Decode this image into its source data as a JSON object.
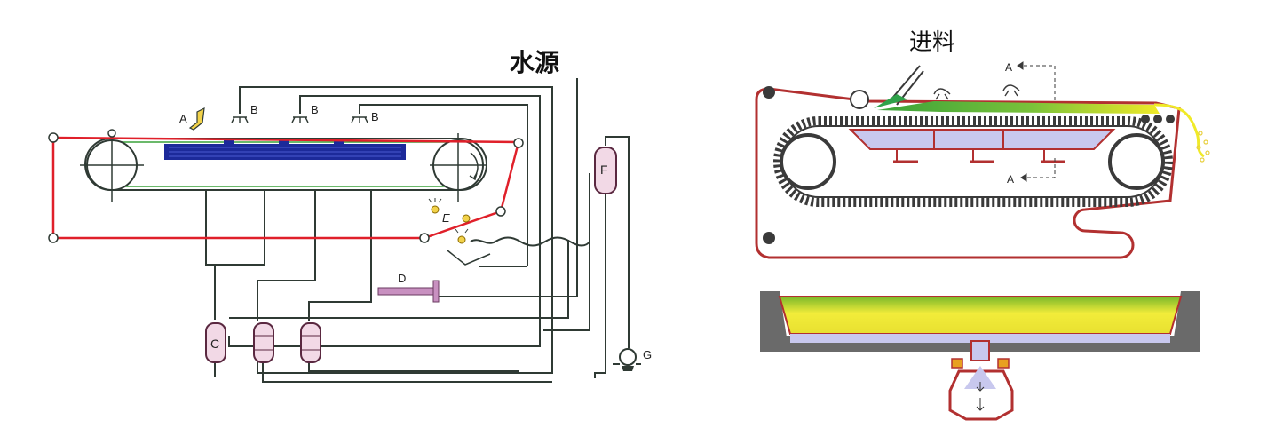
{
  "left_diagram": {
    "water_source_label": "水源",
    "labels": {
      "a": "A",
      "b1": "B",
      "b2": "B",
      "b3": "B",
      "c": "C",
      "d": "D",
      "e": "E",
      "f": "F",
      "g": "G"
    }
  },
  "right_diagram": {
    "feed_label": "进料",
    "a_top": "A",
    "a_bottom": "A"
  },
  "colors": {
    "belt_red": "#e0202a",
    "pipe_dark": "#2f3a34",
    "vacuum_box_blue": "#1c2a9a",
    "vessel_fill": "#f2d9e6",
    "vessel_stroke": "#5a2840",
    "cake_green": "#3aa23a",
    "cake_yellow": "#f0ea28",
    "liquid_lavender": "#c8c8ee",
    "frame_gray": "#6a6a6a",
    "chain_dark": "#3a3a3a",
    "filter_dark_red": "#b23030"
  }
}
